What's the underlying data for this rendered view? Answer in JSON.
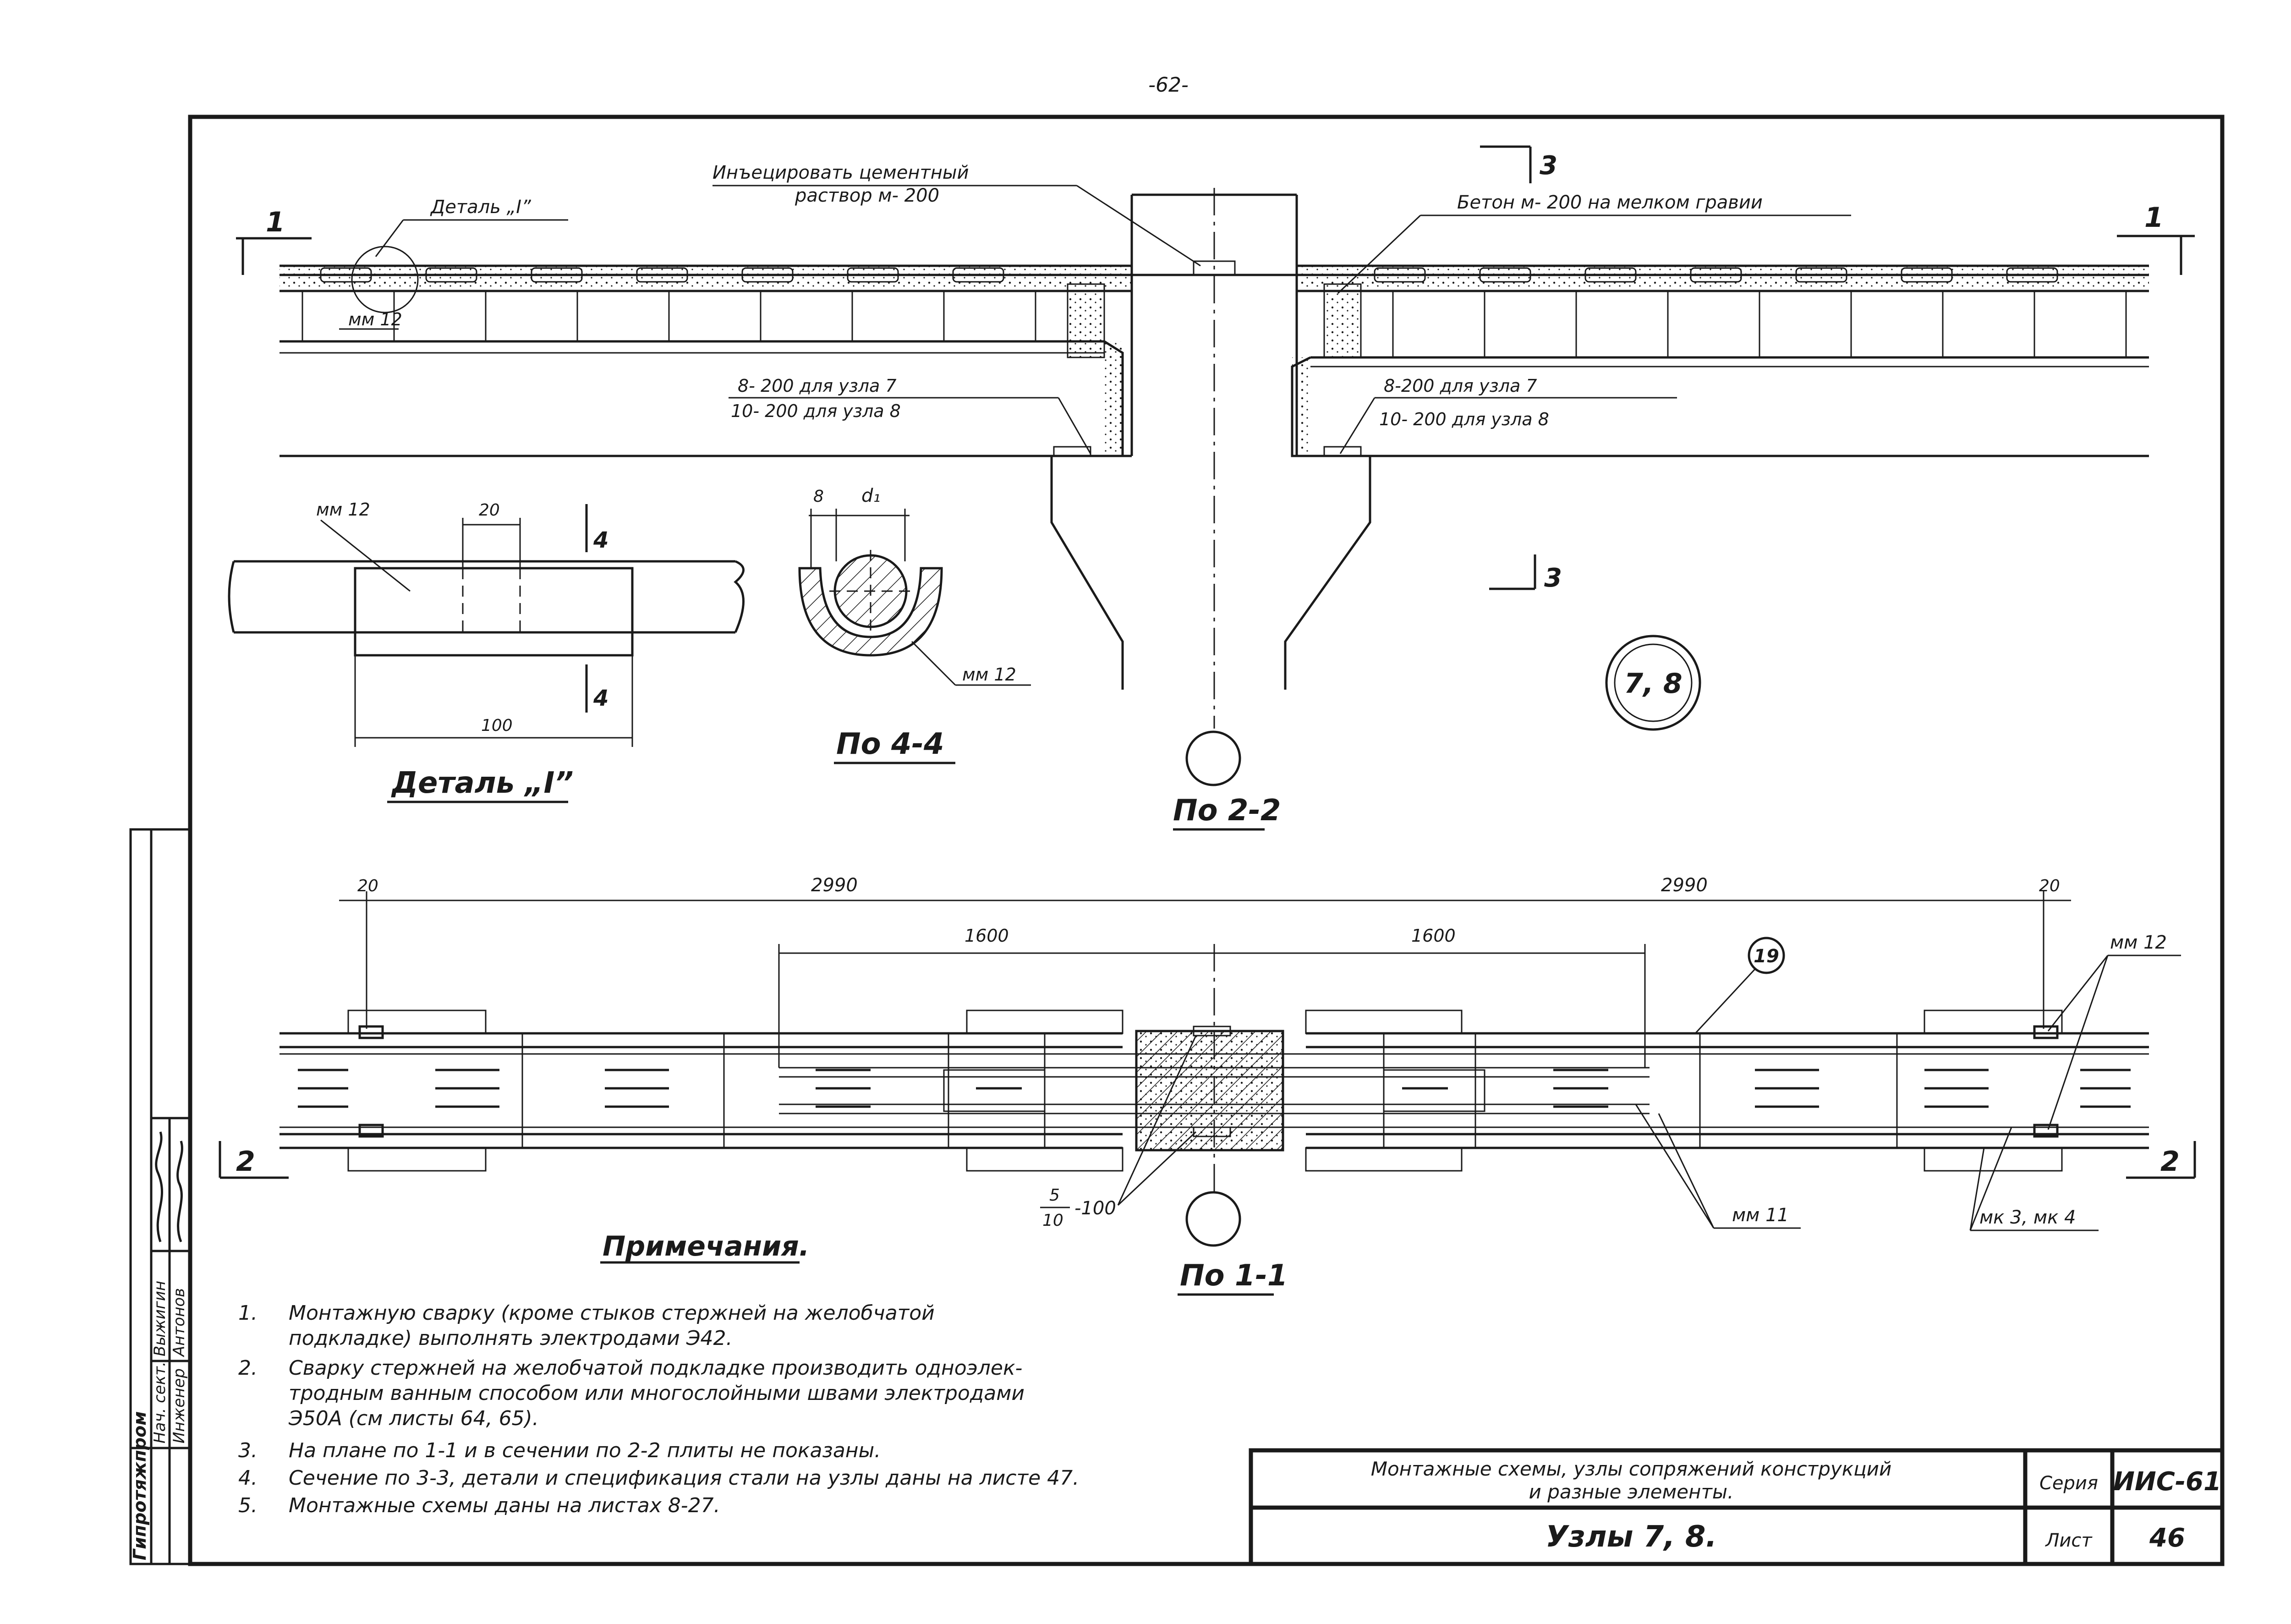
{
  "page_number": "-62-",
  "top_view": {
    "cement_note_line1": "Инъецировать цементный",
    "cement_note_line2": "раствор м- 200",
    "concrete_note": "Бетон м- 200 на мелком гравии",
    "detail_label": "Деталь „I”",
    "mm12_label": "мм 12",
    "weld_left_1": "8- 200 для узла 7",
    "weld_left_2": "10- 200 для узла 8",
    "weld_right_1": "8-200 для узла 7",
    "weld_right_2": "10- 200 для узла 8",
    "section_1_left": "1",
    "section_1_right": "1",
    "section_3_top": "3",
    "section_3_mid": "3",
    "view_title": "По 2-2",
    "node_badge": "7, 8"
  },
  "detail_I": {
    "mm12": "мм 12",
    "dim_20": "20",
    "dim_100": "100",
    "cut_4a": "4",
    "cut_4b": "4",
    "title": "Деталь „I”"
  },
  "section_44": {
    "dim_8": "8",
    "dim_d1": "d₁",
    "mm12": "мм 12",
    "title": "По 4-4"
  },
  "plan_view": {
    "dim_left_20": "20",
    "dim_left_2990": "2990",
    "dim_right_2990": "2990",
    "dim_right_20": "20",
    "dim_left_1600": "1600",
    "dim_right_1600": "1600",
    "callout_19": "19",
    "mm12_right": "мм 12",
    "weld_frac_num": "5",
    "weld_frac_den": "10",
    "weld_frac_rest": "-100",
    "mm11": "мм 11",
    "mk34": "мк 3, мк 4",
    "section_2_left": "2",
    "section_2_right": "2",
    "title": "По 1-1"
  },
  "notes": {
    "heading": "Примечания.",
    "items": [
      {
        "num": "1.",
        "lines": [
          "Монтажную сварку (кроме стыков стержней на желобчатой",
          "подкладке) выполнять электродами Э42."
        ]
      },
      {
        "num": "2.",
        "lines": [
          "Сварку стержней на желобчатой подкладке производить одноэлек-",
          "тродным ванным способом или многослойными швами электродами",
          "Э50А (см листы 64, 65)."
        ]
      },
      {
        "num": "3.",
        "lines": [
          "На плане по 1-1 и в сечении по 2-2 плиты не показаны."
        ]
      },
      {
        "num": "4.",
        "lines": [
          "Сечение по 3-3, детали и спецификация стали на узлы даны на листе 47."
        ]
      },
      {
        "num": "5.",
        "lines": [
          "Монтажные схемы даны на листах 8-27."
        ]
      }
    ]
  },
  "title_block": {
    "description_line1": "Монтажные схемы, узлы сопряжений конструкций",
    "description_line2": "и разные элементы.",
    "sheet_title": "Узлы 7, 8.",
    "series_label": "Серия",
    "series_value": "ИИС-61",
    "sheet_label": "Лист",
    "sheet_value": "46"
  },
  "side_stamp": {
    "org": "Гипротяжпром",
    "row1_role": "Нач. сект.",
    "row1_name": "Выжигин",
    "row2_role": "Инженер",
    "row2_name": "Антонов"
  }
}
